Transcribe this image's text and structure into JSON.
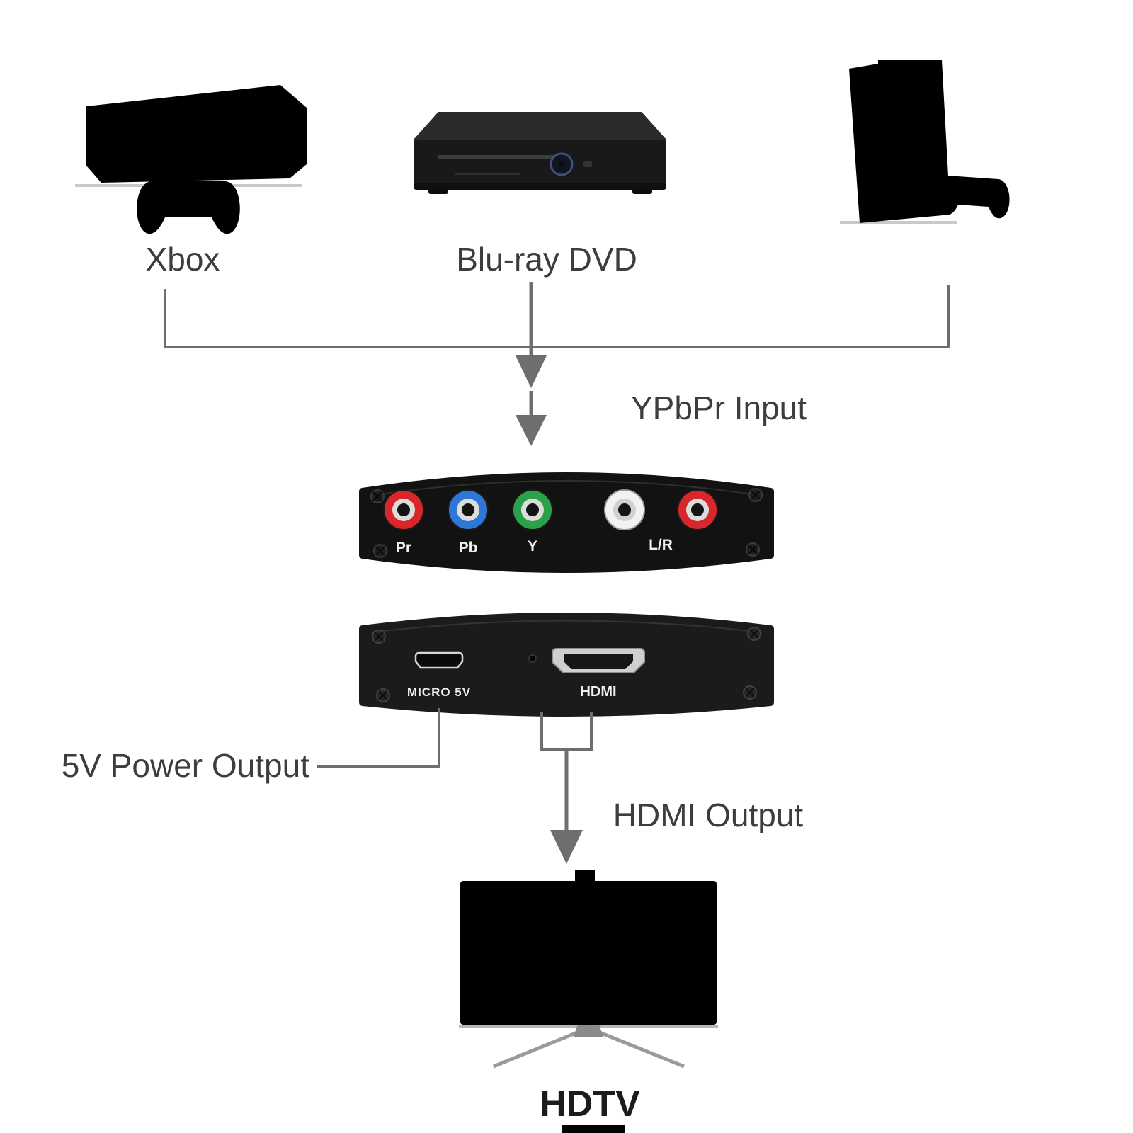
{
  "diagram": {
    "devices": {
      "xbox": {
        "label": "Xbox"
      },
      "bluray": {
        "label": "Blu-ray DVD"
      },
      "hdtv": {
        "label": "HDTV"
      }
    },
    "annotations": {
      "input": "YPbPr Input",
      "power": "5V Power Output",
      "output": "HDMI Output"
    }
  },
  "converter": {
    "front": {
      "ports": [
        {
          "id": "pr",
          "color": "#d9262b"
        },
        {
          "id": "pb",
          "color": "#2e77d6"
        },
        {
          "id": "y",
          "color": "#2ba24a"
        },
        {
          "id": "audio-l",
          "color": "#f2f2f2"
        },
        {
          "id": "audio-r",
          "color": "#d9262b"
        }
      ],
      "labels": {
        "pr": "Pr",
        "pb": "Pb",
        "y": "Y",
        "lr": "L/R"
      }
    },
    "back": {
      "labels": {
        "micro_usb": "MICRO 5V",
        "hdmi": "HDMI"
      }
    }
  },
  "colors": {
    "background": "#ffffff",
    "line": "#6e6e6e",
    "text": "#3d3d3d",
    "text_dark": "#1c1c1c",
    "port_label": "#efefef",
    "device_silhouette": "#000000",
    "converter_front_body": "#121212",
    "converter_back_body": "#1b1b1b"
  }
}
